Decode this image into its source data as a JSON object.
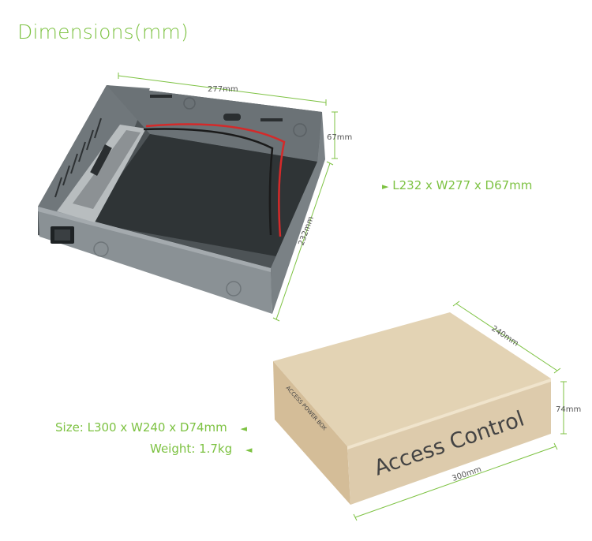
{
  "title": "Dimensions(mm)",
  "enclosure": {
    "spec": "L232 x W277 x D67mm",
    "dims": {
      "length": "277mm",
      "depth": "67mm",
      "width": "232mm"
    }
  },
  "package": {
    "size": "Size: L300 x W240 x D74mm",
    "weight": "Weight: 1.7kg",
    "label": "Access Control",
    "side_label": "ACCESS POWER BOX",
    "dims": {
      "width": "240mm",
      "depth": "74mm",
      "length": "300mm"
    }
  },
  "colors": {
    "accent": "#7dc242",
    "dim_line": "#7dc242",
    "metal": "#5c6266",
    "cardboard": "#d9c4a3"
  },
  "icons": {
    "bullet_right": "triangle-right",
    "bullet_left": "triangle-left"
  }
}
